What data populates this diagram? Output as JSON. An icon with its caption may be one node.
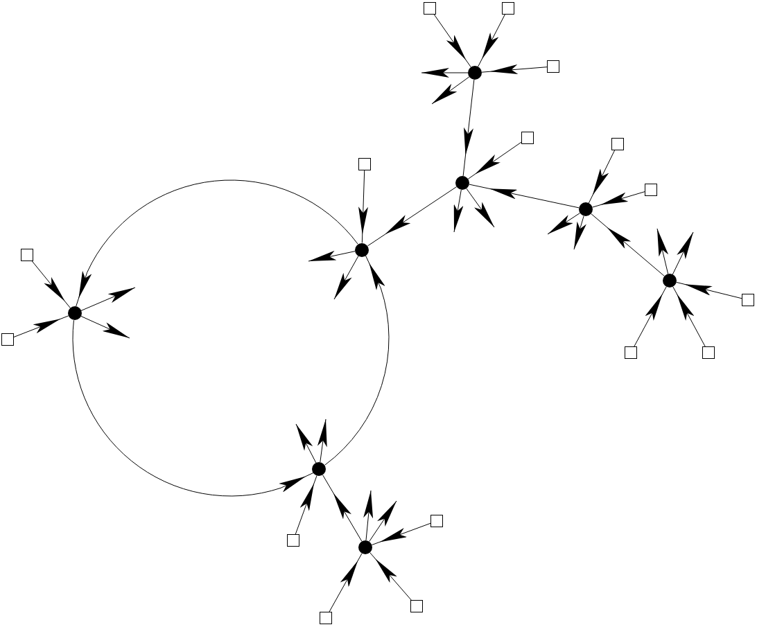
{
  "diagram": {
    "nodes": [
      {
        "text": [],
        "shape": "box"
      },
      {
        "text": [],
        "shape": "box"
      },
      {
        "text": [],
        "shape": "box"
      },
      {
        "text": [],
        "shape": "circle"
      },
      {
        "text": [],
        "shape": "box"
      },
      {
        "text": [],
        "shape": "box"
      },
      {
        "text": [],
        "shape": "box"
      },
      {
        "text": [],
        "shape": "circle"
      },
      {
        "text": [],
        "shape": "box"
      },
      {
        "text": [],
        "shape": "circle"
      },
      {
        "text": [],
        "shape": "circle"
      },
      {
        "text": [],
        "shape": "box"
      },
      {
        "text": [],
        "shape": "circle"
      },
      {
        "text": [],
        "shape": "box"
      },
      {
        "text": [],
        "shape": "circle"
      },
      {
        "text": [],
        "shape": "box"
      },
      {
        "text": [],
        "shape": "box"
      },
      {
        "text": [],
        "shape": "box"
      },
      {
        "text": [],
        "shape": "circle"
      },
      {
        "text": [],
        "shape": "box"
      },
      {
        "text": [],
        "shape": "box"
      },
      {
        "text": [],
        "shape": "circle"
      },
      {
        "text": [],
        "shape": "box"
      },
      {
        "text": [],
        "shape": "box"
      }
    ],
    "edges": [
      {
        "from": 0,
        "to": 3,
        "arrow": "to"
      },
      {
        "from": 1,
        "to": 3,
        "arrow": "to"
      },
      {
        "from": 2,
        "to": 3,
        "arrow": "to"
      },
      {
        "from": 3,
        "to": 7,
        "arrow": "to"
      },
      {
        "from": 4,
        "to": 7,
        "arrow": "to"
      },
      {
        "from": 9,
        "to": 7,
        "arrow": "to"
      },
      {
        "from": 7,
        "to": 10,
        "arrow": "to"
      },
      {
        "from": 5,
        "to": 9,
        "arrow": "to"
      },
      {
        "from": 8,
        "to": 9,
        "arrow": "to"
      },
      {
        "from": 12,
        "to": 9,
        "arrow": "to"
      },
      {
        "from": 13,
        "to": 12,
        "arrow": "to"
      },
      {
        "from": 16,
        "to": 12,
        "arrow": "to"
      },
      {
        "from": 17,
        "to": 12,
        "arrow": "to"
      },
      {
        "from": 6,
        "to": 10,
        "arrow": "to"
      },
      {
        "from": 10,
        "to": 14,
        "arrow": "to"
      },
      {
        "from": 11,
        "to": 14,
        "arrow": "to"
      },
      {
        "from": 15,
        "to": 14,
        "arrow": "to"
      },
      {
        "from": 14,
        "to": 18,
        "arrow": "to"
      },
      {
        "from": 18,
        "to": 10,
        "arrow": "to"
      },
      {
        "from": 20,
        "to": 18,
        "arrow": "to"
      },
      {
        "from": 21,
        "to": 18,
        "arrow": "to"
      },
      {
        "from": 19,
        "to": 21,
        "arrow": "to"
      },
      {
        "from": 23,
        "to": 21,
        "arrow": "to"
      },
      {
        "from": 22,
        "to": 21,
        "arrow": "to"
      },
      {
        "from": 3,
        "to": null,
        "arrow": "to"
      },
      {
        "from": 3,
        "to": null,
        "arrow": "to"
      },
      {
        "from": 7,
        "to": null,
        "arrow": "to"
      },
      {
        "from": 7,
        "to": null,
        "arrow": "to"
      },
      {
        "from": 9,
        "to": null,
        "arrow": "to"
      },
      {
        "from": 9,
        "to": null,
        "arrow": "to"
      },
      {
        "from": 12,
        "to": null,
        "arrow": "to"
      },
      {
        "from": 12,
        "to": null,
        "arrow": "to"
      },
      {
        "from": 10,
        "to": null,
        "arrow": "to"
      },
      {
        "from": 10,
        "to": null,
        "arrow": "to"
      },
      {
        "from": 14,
        "to": null,
        "arrow": "to"
      },
      {
        "from": 14,
        "to": null,
        "arrow": "to"
      },
      {
        "from": 18,
        "to": null,
        "arrow": "to"
      },
      {
        "from": 18,
        "to": null,
        "arrow": "to"
      },
      {
        "from": 21,
        "to": null,
        "arrow": "to"
      },
      {
        "from": 21,
        "to": null,
        "arrow": "to"
      }
    ]
  }
}
